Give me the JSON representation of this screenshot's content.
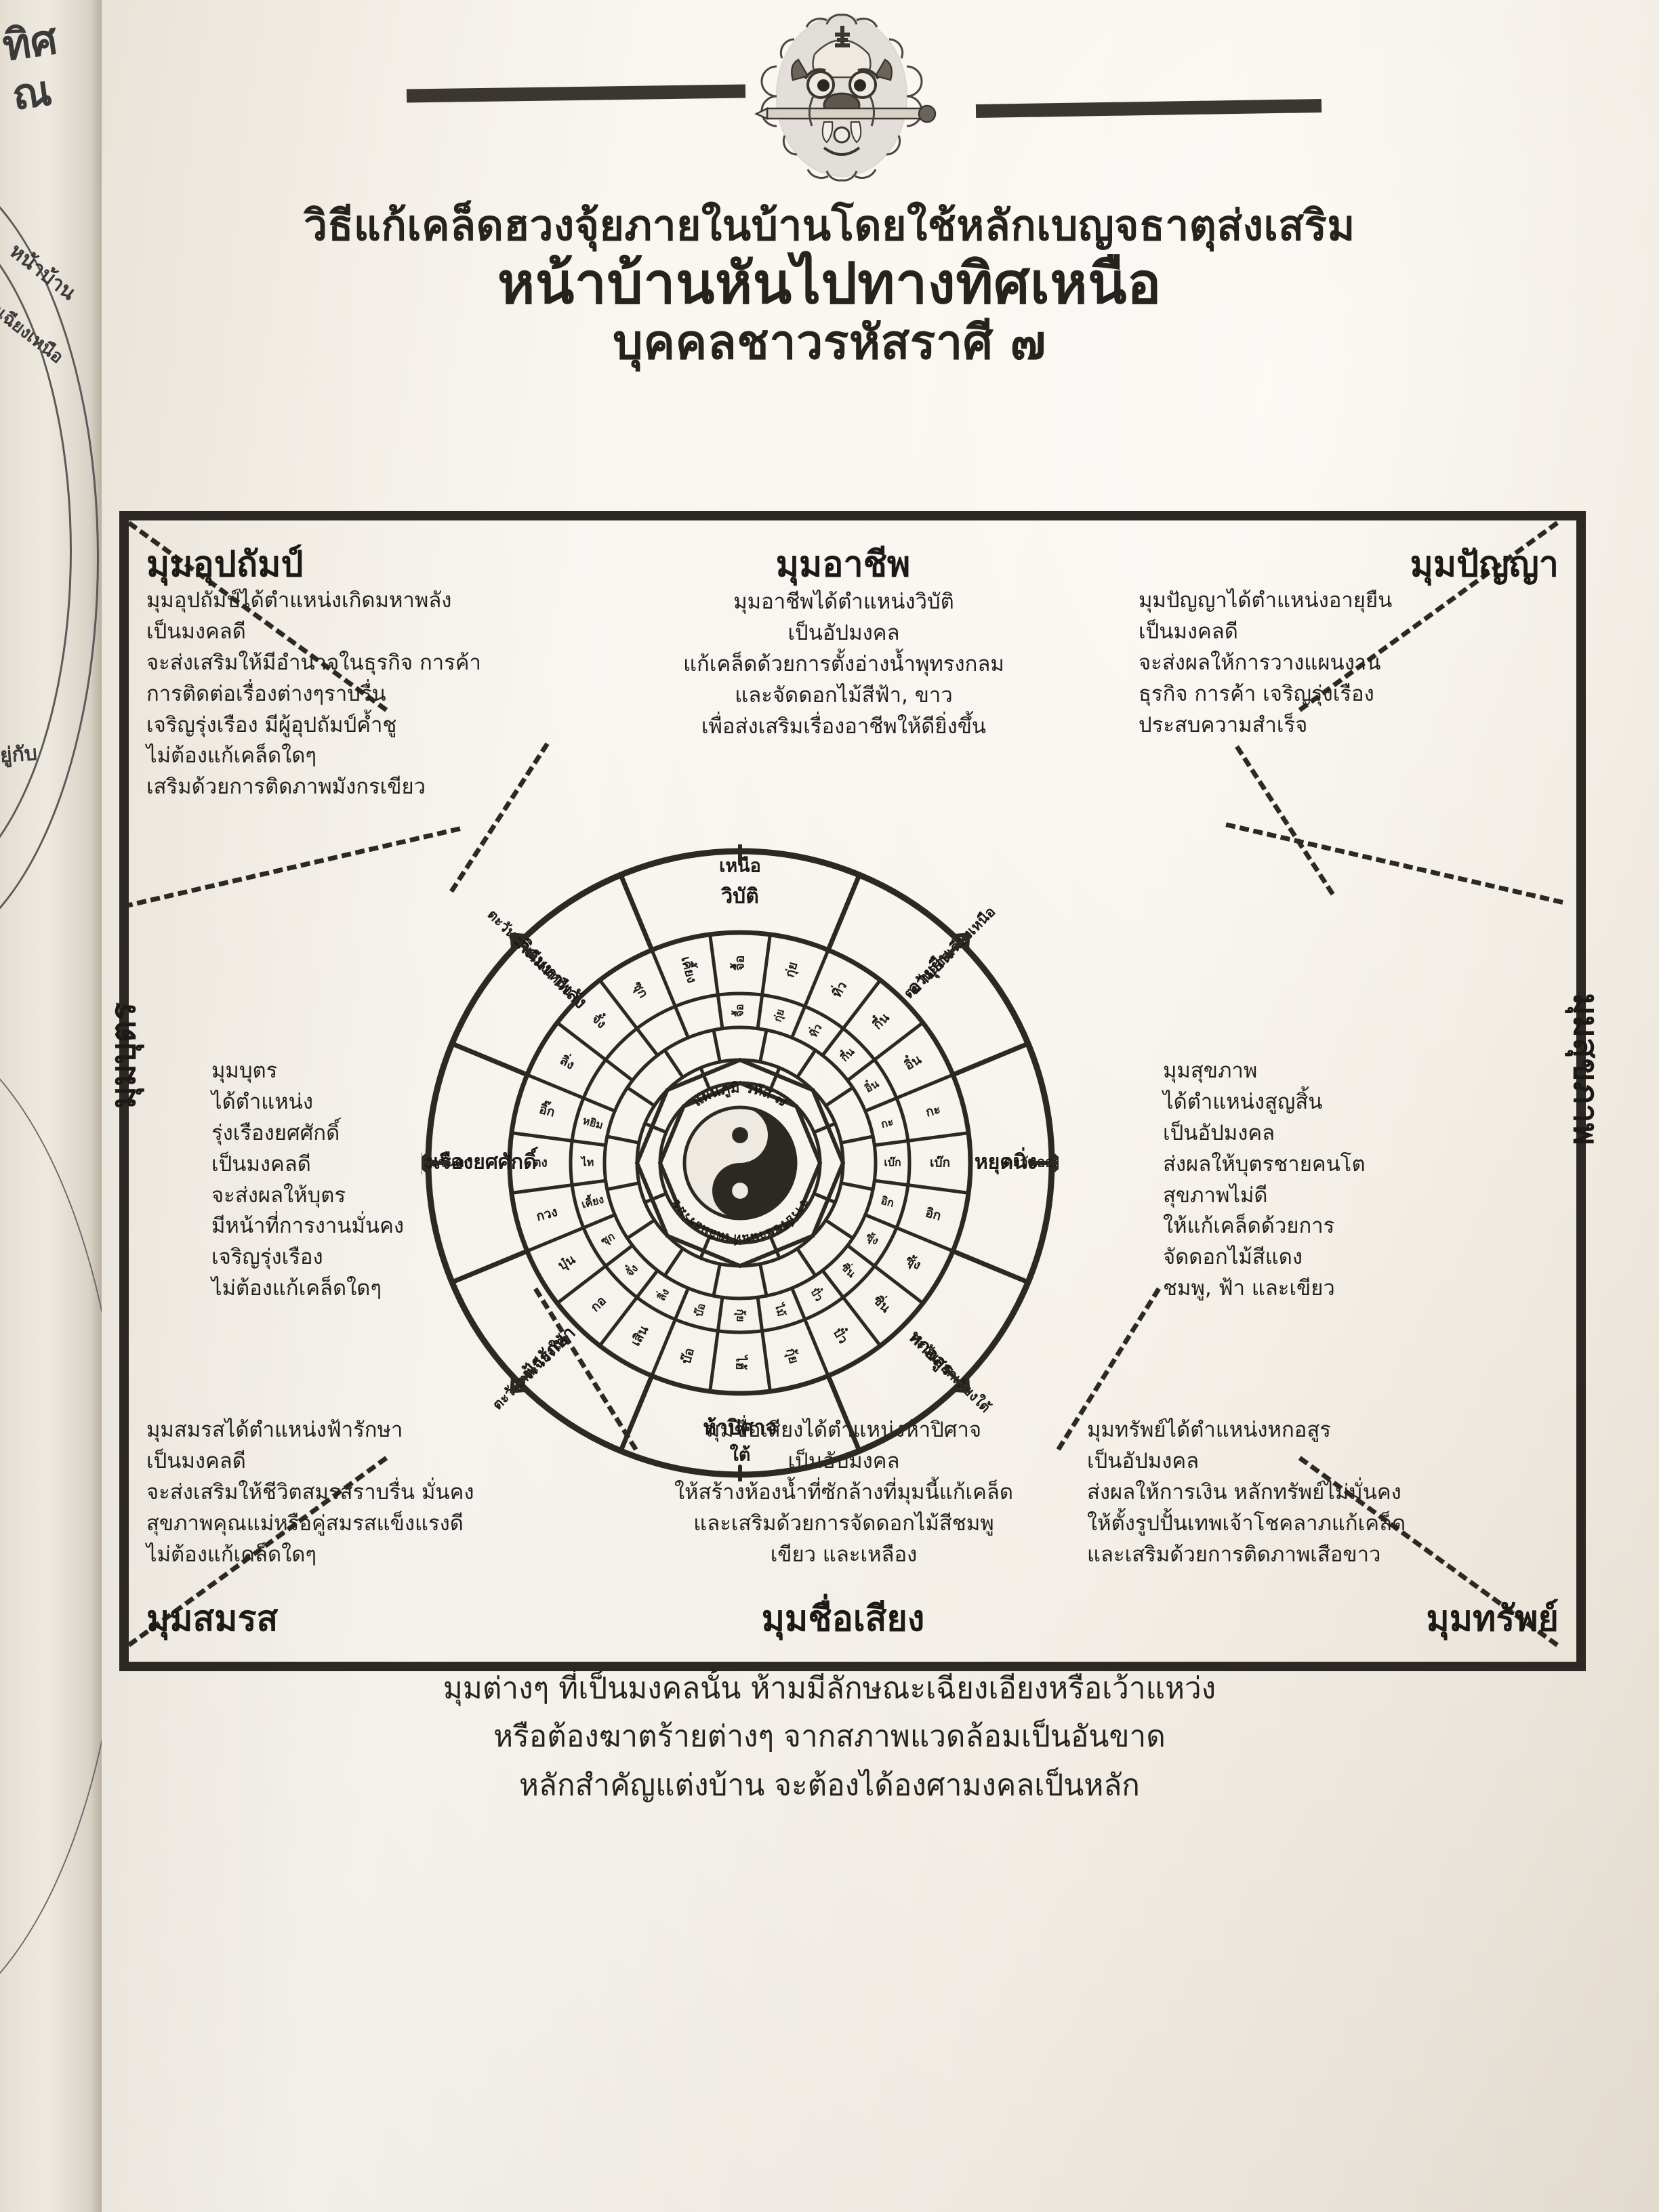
{
  "page": {
    "gutter": {
      "frag1": "ทิศ",
      "frag2": "ณ",
      "frag3": "หน้าบ้าน",
      "frag4": "กเฉียงเหนือ",
      "frag5": "ยู่กับ"
    },
    "ornament": {
      "icon": "chinese-lion-mask-with-sword"
    },
    "title": {
      "line1": "วิธีแก้เคล็ดฮวงจุ้ยภายในบ้านโดยใช้หลักเบญจธาตุส่งเสริม",
      "line2": "หน้าบ้านหันไปทางทิศเหนือ",
      "line3": "บุคคลชาวรหัสราศี ๗"
    },
    "corners": {
      "top_left": {
        "heading": "มุมอุปถัมป์",
        "body": "มุมอุปถัมป์ได้ตำแหน่งเกิดมหาพลัง\nเป็นมงคลดี\nจะส่งเสริมให้มีอำนาจในธุรกิจ การค้า\nการติดต่อเรื่องต่างๆราบรื่น\nเจริญรุ่งเรือง มีผู้อุปถัมป์ค้ำชู\nไม่ต้องแก้เคล็ดใดๆ\nเสริมด้วยการติดภาพมังกรเขียว"
      },
      "top_center": {
        "heading": "มุมอาชีพ",
        "body": "มุมอาชีพได้ตำแหน่งวิบัติ\nเป็นอัปมงคล\nแก้เคล็ดด้วยการตั้งอ่างน้ำพุทรงกลม\nและจัดดอกไม้สีฟ้า, ขาว\nเพื่อส่งเสริมเรื่องอาชีพให้ดียิ่งขึ้น"
      },
      "top_right": {
        "heading": "มุมปัญญา",
        "body": "มุมปัญญาได้ตำแหน่งอายุยืน\nเป็นมงคลดี\nจะส่งผลให้การวางแผนงาน\nธุรกิจ การค้า เจริญรุ่งเรือง\nประสบความสำเร็จ"
      },
      "left_middle": {
        "heading": "มุมบุตร",
        "body": "มุมบุตร\nได้ตำแหน่ง\nรุ่งเรืองยศศักดิ์\nเป็นมงคลดี\nจะส่งผลให้บุตร\nมีหน้าที่การงานมั่นคง\nเจริญรุ่งเรือง\nไม่ต้องแก้เคล็ดใดๆ"
      },
      "right_middle": {
        "heading": "มุมสุขภาพ",
        "body": "มุมสุขภาพ\nได้ตำแหน่งสูญสิ้น\nเป็นอัปมงคล\nส่งผลให้บุตรชายคนโต\nสุขภาพไม่ดี\nให้แก้เคล็ดด้วยการ\nจัดดอกไม้สีแดง\nชมพู, ฟ้า และเขียว"
      },
      "bottom_left": {
        "heading": "มุมสมรส",
        "body": "มุมสมรสได้ตำแหน่งฟ้ารักษา\nเป็นมงคลดี\nจะส่งเสริมให้ชีวิตสมรสราบรื่น มั่นคง\nสุขภาพคุณแม่หรือคู่สมรสแข็งแรงดี\nไม่ต้องแก้เคล็ดใดๆ"
      },
      "bottom_center": {
        "heading": "มุมชื่อเสียง",
        "body": "มุมชื่อเสียงได้ตำแหน่งห้าปิศาจ\nเป็นอัปมงคล\nให้สร้างห้องน้ำที่ซักล้างที่มุมนี้แก้เคล็ด\nและเสริมด้วยการจัดดอกไม้สีชมพู\nเขียว และเหลือง"
      },
      "bottom_right": {
        "heading": "มุมทรัพย์",
        "body": "มุมทรัพย์ได้ตำแหน่งหกอสูร\nเป็นอัปมงคล\nส่งผลให้การเงิน หลักทรัพย์ไม่มั่นคง\nให้ตั้งรูปปั้นเทพเจ้าโชคลาภแก้เคล็ด\nและเสริมด้วยการติดภาพเสือขาว"
      }
    },
    "footer": {
      "line1": "มุมต่างๆ ที่เป็นมงคลนั้น ห้ามมีลักษณะเฉียงเอียงหรือเว้าแหว่ง",
      "line2": "หรือต้องฆาตร้ายต่างๆ จากสภาพแวดล้อมเป็นอันขาด",
      "line3": "หลักสำคัญแต่งบ้าน จะต้องได้องศามงคลเป็นหลัก"
    }
  },
  "chart_data": {
    "type": "bagua-compass-wheel",
    "title": "แผนภูมิ รหัส ๗",
    "credit": "อาจารย์รัชชานนท์ เพลินธรรมชอบ",
    "center_icon": "yin-yang",
    "sectors": [
      {
        "angle_deg": 0,
        "direction": "เหนือ",
        "omen": "วิบัติ",
        "arrow": "up",
        "compass": ""
      },
      {
        "angle_deg": 45,
        "direction": "",
        "omen": "อายุยืน",
        "arrow": "up-right",
        "compass": "ตะวันออกเฉียงเหนือ"
      },
      {
        "angle_deg": 90,
        "direction": "ออก",
        "omen": "หยุดนิ่ง",
        "arrow": "right",
        "compass": "ตะวันออก"
      },
      {
        "angle_deg": 135,
        "direction": "",
        "omen": "หกอสูร",
        "arrow": "down-right",
        "compass": "ตะวันออกเฉียงใต้"
      },
      {
        "angle_deg": 180,
        "direction": "ใต้",
        "omen": "ห้าปิศาจ",
        "arrow": "down",
        "compass": ""
      },
      {
        "angle_deg": 225,
        "direction": "",
        "omen": "ฟ้ารักษา",
        "arrow": "down-left",
        "compass": "ตะวันตกเฉียงใต้"
      },
      {
        "angle_deg": 270,
        "direction": "ตก",
        "omen": "รุ่งเรืองยศศักดิ์",
        "arrow": "left",
        "compass": "ตะวันตก"
      },
      {
        "angle_deg": 315,
        "direction": "",
        "omen": "เกิดมหาพลัง",
        "arrow": "up-left",
        "compass": "ตะวันตกเฉียงเหนือ"
      }
    ],
    "outer_ring_cells": [
      "จื้อ",
      "กุ่ย",
      "ทิ่ว",
      "กึ๋น",
      "อิ๋น",
      "กะ",
      "เบ๊ก",
      "อิก",
      "ซุ้ง",
      "ซิ่น",
      "ปั๋ว",
      "กุ้ย",
      "ไฮ้",
      "บ๊อ",
      "เสิน",
      "กอ",
      "บุ๋น",
      "กวง",
      "ตง",
      "อิ๊ก",
      "ลิ่ง",
      "จั๋ง",
      "ซุก",
      "เคี้ยง",
      "ไท",
      "หยิม"
    ],
    "inner_ring_cells": [
      "จื้อ",
      "กุ่ย",
      "ทิ่ว",
      "กึ๋น",
      "อิ๋น",
      "กะ",
      "เบ๊ก",
      "อิก",
      "ซุ้ง",
      "ซิ่น",
      "ปั๋ว",
      "ไม้",
      "กุ้ย",
      "บ๊อ",
      "ลิ่ง",
      "จั๋ง",
      "ซุก",
      "เคี้ยง",
      "ไท",
      "หยิม"
    ],
    "ring_count": 4,
    "sector_count": 8
  }
}
